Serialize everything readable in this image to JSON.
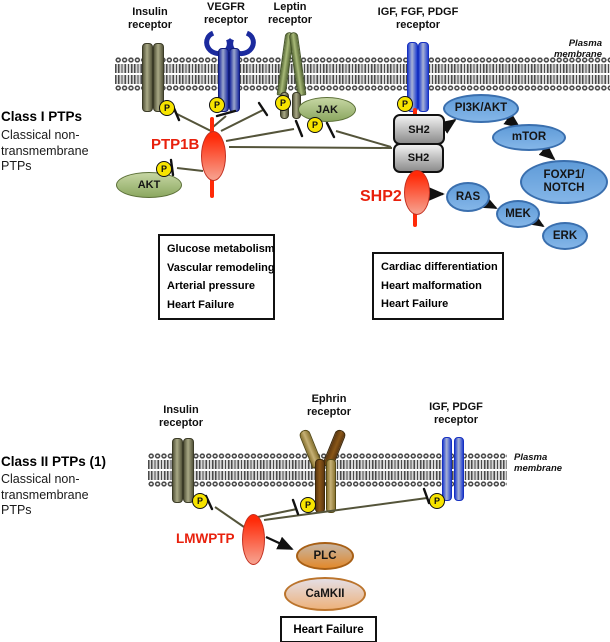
{
  "colors": {
    "ptp_red": "#e8200c",
    "spindle_red": "#ff2a08",
    "oval_blue_fill": "#6fa8e0",
    "oval_blue_border": "#3a6fae",
    "oval_green_fill": "#a9bf80",
    "oval_orange_fill": "#e2892c",
    "phosphate_yellow": "#f7e400",
    "membrane_gray": "#4a4a4a",
    "connector_olive": "#54543a",
    "receptor_olive": "#56563c",
    "receptor_blue": "#1b2a9e",
    "receptor_brown": "#8a5718"
  },
  "top": {
    "class_title": "Class I PTPs",
    "class_subtitle": "Classical non-\ntransmembrane\nPTPs",
    "plasma_membrane": "Plasma membrane",
    "receptor_insulin": "Insulin\nreceptor",
    "receptor_vegfr": "VEGFR\nreceptor",
    "receptor_leptin": "Leptin\nreceptor",
    "receptor_igf": "IGF, FGF, PDGF\nreceptor",
    "phosphate": "P",
    "ptp1b": "PTP1B",
    "akt": "AKT",
    "jak": "JAK",
    "sh2_upper": "SH2",
    "sh2_lower": "SH2",
    "shp2": "SHP2",
    "pi3k_akt": "PI3K/AKT",
    "mtor": "mTOR",
    "foxp1_notch": "FOXP1/\nNOTCH",
    "ras": "RAS",
    "mek": "MEK",
    "erk": "ERK",
    "outcomes_left": [
      "Glucose metabolism",
      "Vascular remodeling",
      "Arterial pressure",
      "Heart Failure"
    ],
    "outcomes_right": [
      "Cardiac differentiation",
      "Heart malformation",
      "Heart Failure"
    ]
  },
  "bottom": {
    "class_title": "Class II PTPs (1)",
    "class_subtitle": "Classical non-\ntransmembrane\nPTPs",
    "plasma_membrane": "Plasma membrane",
    "receptor_insulin": "Insulin\nreceptor",
    "receptor_ephrin": "Ephrin\nreceptor",
    "receptor_igf": "IGF, PDGF\nreceptor",
    "phosphate": "P",
    "lmwptp": "LMWPTP",
    "plc": "PLC",
    "camkii": "CaMKII",
    "outcome": "Heart Failure"
  }
}
